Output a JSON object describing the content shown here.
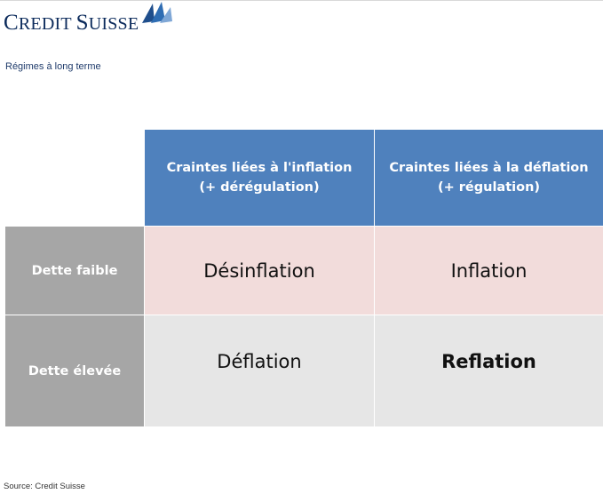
{
  "logo": {
    "text_first_cap": "C",
    "text_first_rest": "REDIT ",
    "text_second_cap": "S",
    "text_second_rest": "UISSE",
    "color": "#0b2a5b"
  },
  "subtitle": "Régimes à long terme",
  "matrix": {
    "columns": [
      {
        "line1": "Craintes liées à l'inflation",
        "line2": "(+ dérégulation)"
      },
      {
        "line1": "Craintes liées à la déflation",
        "line2": "(+ régulation)"
      }
    ],
    "rows": [
      {
        "label": "Dette faible",
        "cells": [
          "Désinflation",
          "Inflation"
        ]
      },
      {
        "label": "Dette élevée",
        "cells": [
          "Déflation",
          "Reflation"
        ]
      }
    ],
    "colors": {
      "column_header": "#4f81bd",
      "row_header": "#a6a6a6",
      "row1_fill": "#f2dcdb",
      "row2_fill": "#e6e6e6"
    }
  },
  "source": "Source: Credit Suisse"
}
